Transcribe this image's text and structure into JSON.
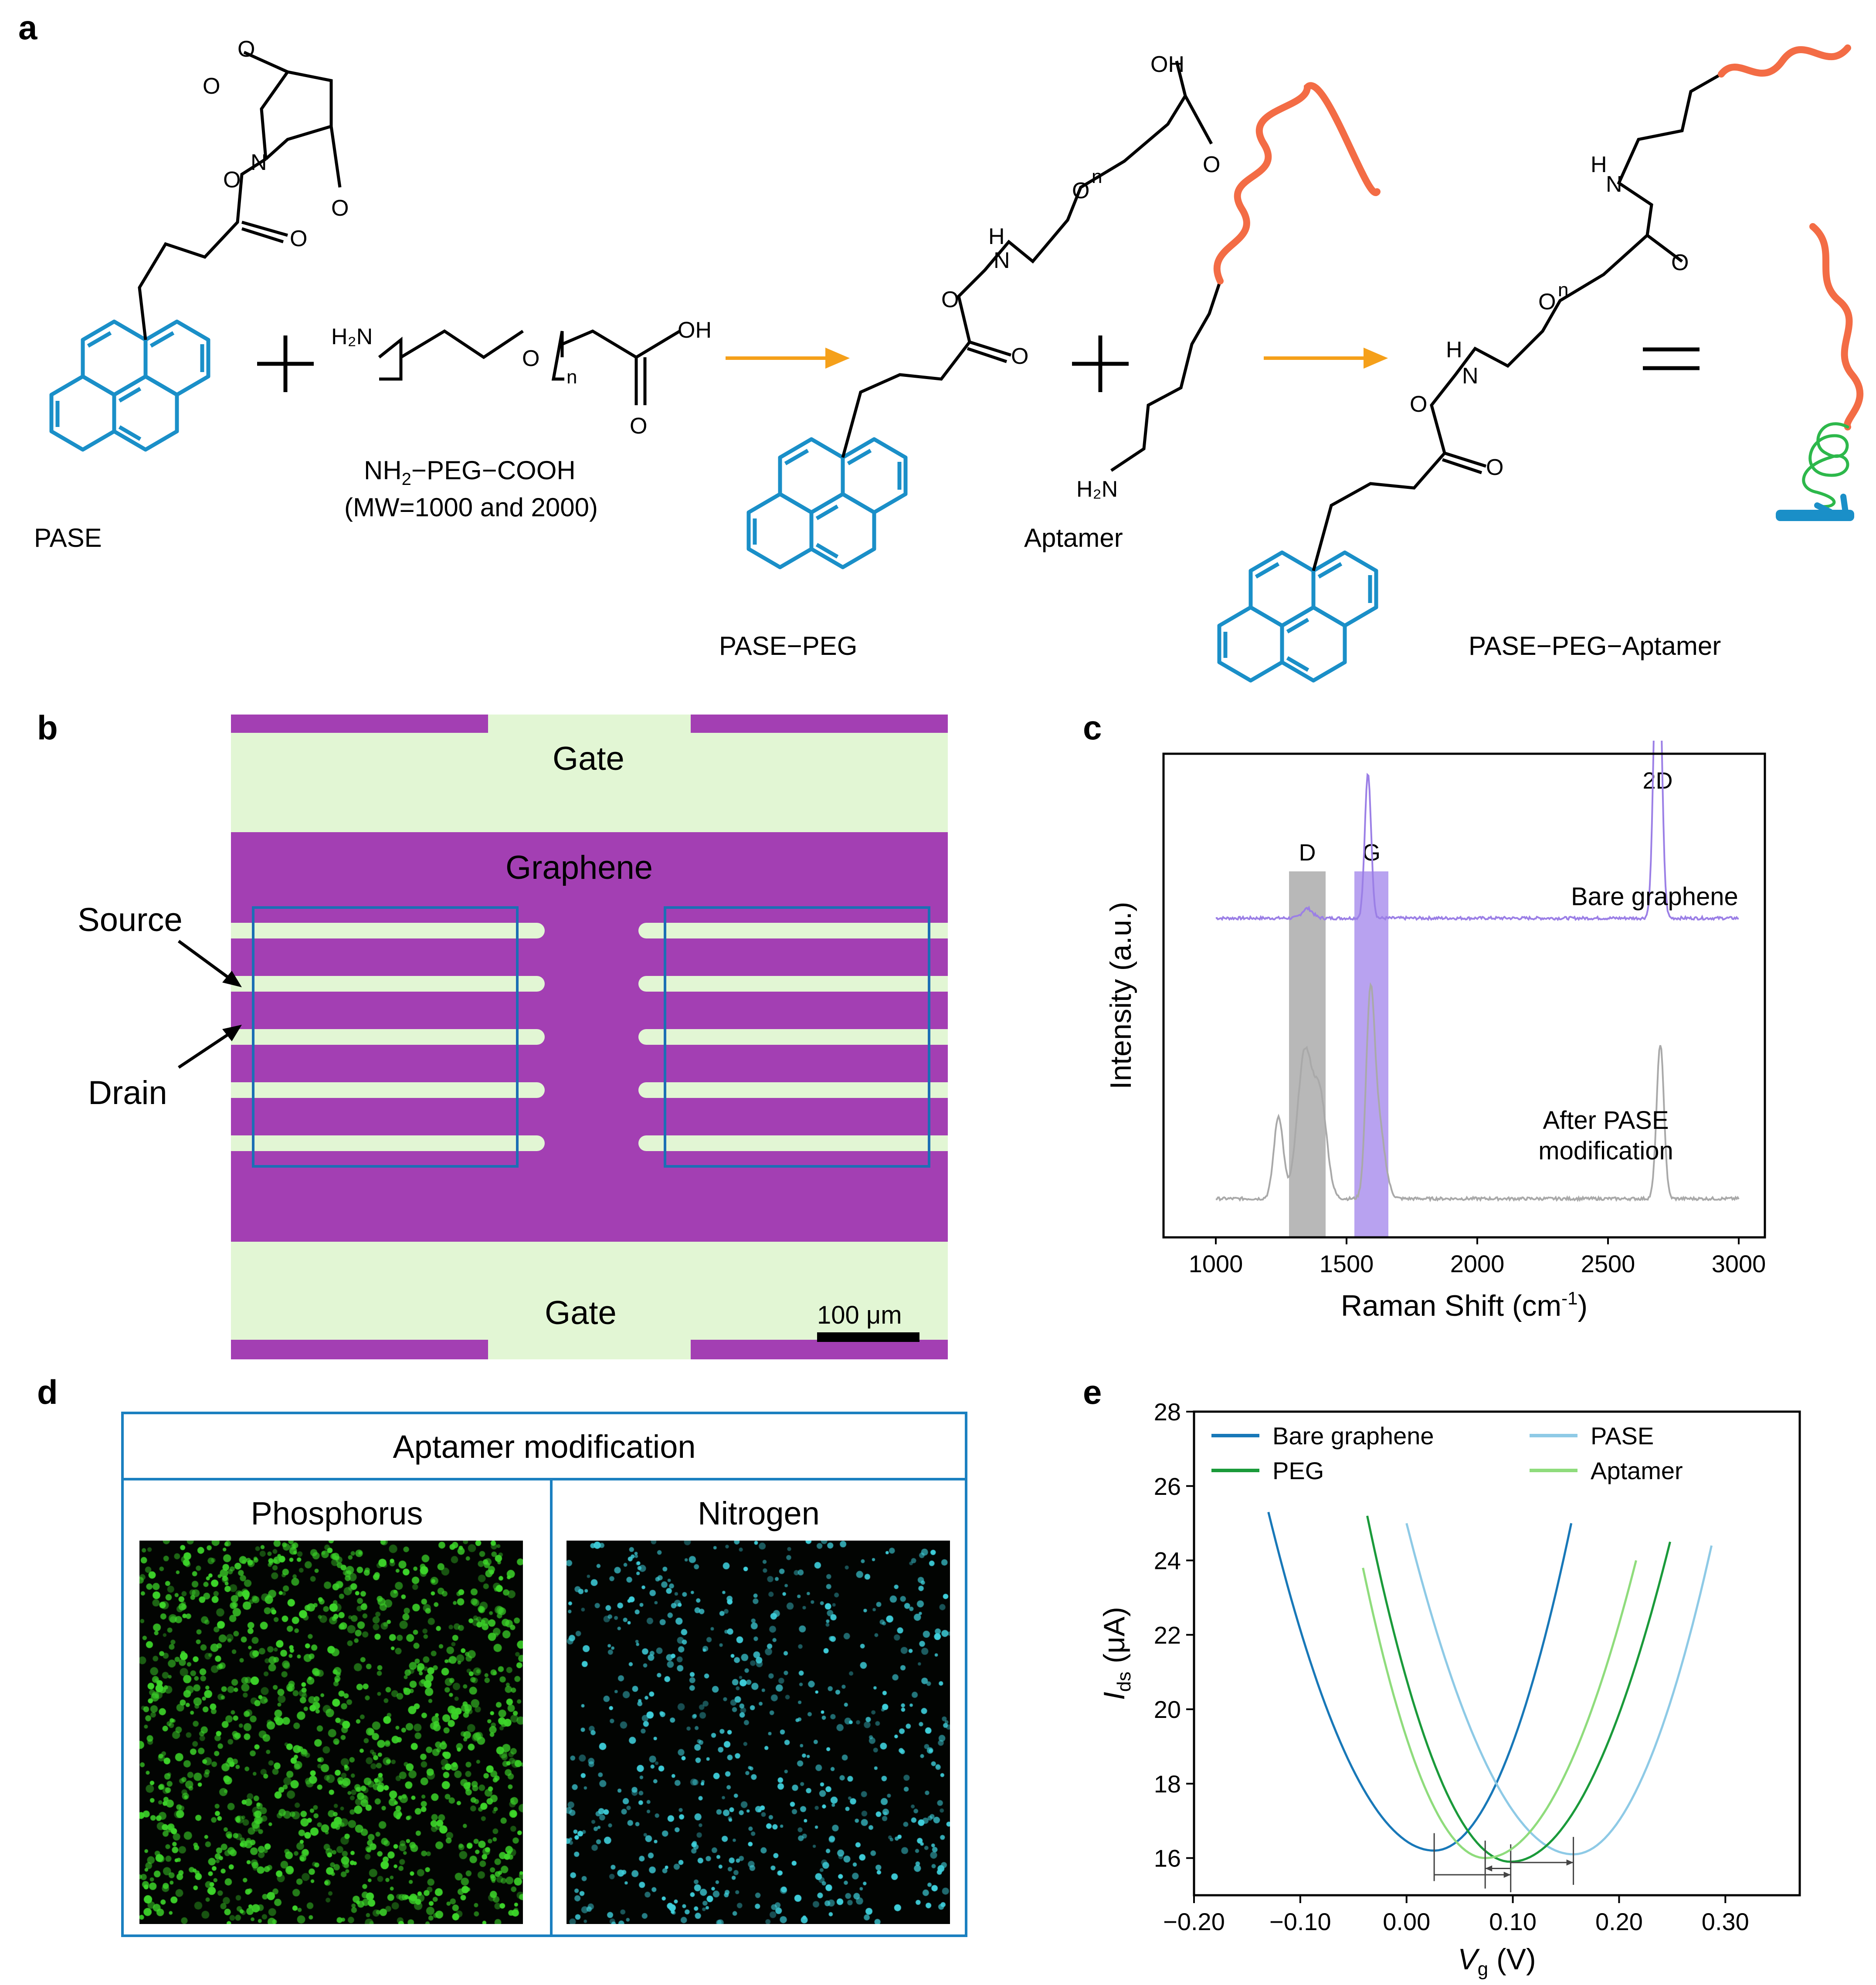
{
  "panels": {
    "a": {
      "letter": "a",
      "pase_label": "PASE",
      "nh2_label": "H₂N",
      "peg_oh": "OH",
      "peg_n": "n",
      "peg_label_main": "NH",
      "peg_label_sub": "2",
      "peg_label_rest": "−PEG−COOH",
      "peg_mw": "(MW=1000 and 2000)",
      "pase_peg_label": "PASE−PEG",
      "aptamer_label": "Aptamer",
      "aptamer_nh2": "H₂N",
      "product_label": "PASE−PEG−Aptamer",
      "atoms": {
        "O": "O",
        "N": "N",
        "H": "H",
        "n": "n",
        "OH": "OH"
      },
      "colors": {
        "pyrene": "#1a8fc8",
        "arrow": "#f5a01a",
        "aptamer": "#f36c45",
        "loop": "#2db84b"
      }
    },
    "b": {
      "letter": "b",
      "gate_top": "Gate",
      "gate_bottom": "Gate",
      "graphene": "Graphene",
      "source": "Source",
      "drain": "Drain",
      "scale": "100 μm",
      "colors": {
        "gold": "#e2f6d4",
        "channel": "#a33fb3",
        "box": "#1b6fb5"
      }
    },
    "c": {
      "letter": "c",
      "chart_data": {
        "type": "line",
        "xlabel": "Raman Shift (cm",
        "xlabel_sup": "-1",
        "xlabel_end": ")",
        "ylabel": "Intensity (a.u.)",
        "xlim": [
          800,
          3100
        ],
        "xticks": [
          1000,
          1500,
          2000,
          2500,
          3000
        ],
        "bands": [
          {
            "label": "D",
            "range": [
              1280,
              1420
            ],
            "color": "#b8b8b8"
          },
          {
            "label": "G",
            "range": [
              1530,
              1660
            ],
            "color": "#b8a2f0"
          }
        ],
        "peak_label": {
          "label": "2D",
          "x": 2690
        },
        "series": [
          {
            "name": "Bare graphene",
            "color": "#9b7fe6",
            "baseline": 0.66,
            "peaks": [
              [
                1350,
                0.02,
                20
              ],
              [
                1582,
                0.3,
                12
              ],
              [
                2690,
                0.67,
                14
              ]
            ]
          },
          {
            "name": "After PASE modification",
            "color": "#a9a9a9",
            "baseline": 0.08,
            "peaks": [
              [
                1240,
                0.17,
                18
              ],
              [
                1340,
                0.3,
                28
              ],
              [
                1400,
                0.2,
                25
              ],
              [
                1590,
                0.36,
                16
              ],
              [
                1620,
                0.16,
                25
              ],
              [
                2700,
                0.32,
                14
              ]
            ]
          }
        ],
        "series_label_2_line1": "After PASE",
        "series_label_2_line2": "modification"
      }
    },
    "d": {
      "letter": "d",
      "title": "Aptamer modification",
      "left": "Phosphorus",
      "right": "Nitrogen",
      "colors": {
        "phosphorus": "#3dd62a",
        "nitrogen": "#3fd1dd",
        "frame": "#1b80c0"
      }
    },
    "e": {
      "letter": "e",
      "chart_data": {
        "type": "line",
        "xlabel": "V",
        "xlabel_sub": "g",
        "xlabel_unit": " (V)",
        "ylabel": "I",
        "ylabel_sub": "ds",
        "ylabel_unit": " (μA)",
        "xlim": [
          -0.2,
          0.37
        ],
        "ylim": [
          15,
          28
        ],
        "xticks": [
          -0.2,
          -0.1,
          0.0,
          0.1,
          0.2,
          0.3
        ],
        "xtick_labels": [
          "−0.20",
          "−0.10",
          "0.00",
          "0.10",
          "0.20",
          "0.30"
        ],
        "yticks": [
          16,
          18,
          20,
          22,
          24,
          26,
          28
        ],
        "series": [
          {
            "name": "Bare graphene",
            "color": "#1878b8",
            "vertex": 0.026,
            "ymin": 16.2,
            "xl": -0.13,
            "yl": 25.3,
            "xr": 0.155,
            "yr": 25.0
          },
          {
            "name": "PASE",
            "color": "#8ecae6",
            "vertex": 0.157,
            "ymin": 16.1,
            "xl": 0.0,
            "yl": 25.0,
            "xr": 0.287,
            "yr": 24.4
          },
          {
            "name": "PEG",
            "color": "#1a9a3a",
            "vertex": 0.098,
            "ymin": 15.9,
            "xl": -0.037,
            "yl": 25.2,
            "xr": 0.248,
            "yr": 24.5
          },
          {
            "name": "Aptamer",
            "color": "#8fdc7c",
            "vertex": 0.074,
            "ymin": 16.0,
            "xl": -0.041,
            "yl": 23.8,
            "xr": 0.216,
            "yr": 24.0
          }
        ]
      }
    }
  }
}
